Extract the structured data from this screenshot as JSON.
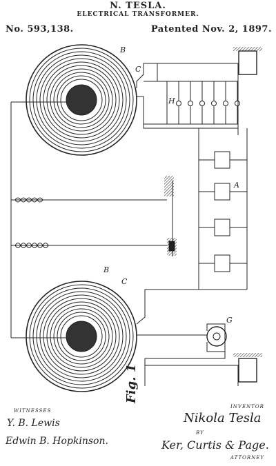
{
  "header": {
    "inventor": "N. TESLA.",
    "title": "ELECTRICAL TRANSFORMER.",
    "patent_number": "No. 593,138.",
    "patent_date": "Patented Nov. 2, 1897."
  },
  "figure": {
    "label": "Fig. 1",
    "reference_letters": {
      "b_top": "B",
      "c_top": "C",
      "h": "H",
      "a": "A",
      "b_bottom": "B",
      "c_bottom": "C",
      "g": "G"
    }
  },
  "footer": {
    "witnesses_label": "WITNESSES",
    "witness_1": "Y. B. Lewis",
    "witness_2": "Edwin B. Hopkinson.",
    "inventor_label": "INVENTOR",
    "inventor_signature": "Nikola Tesla",
    "by_label": "BY",
    "attorney_signature": "Ker, Curtis & Page.",
    "attorney_label": "ATTORNEY"
  }
}
